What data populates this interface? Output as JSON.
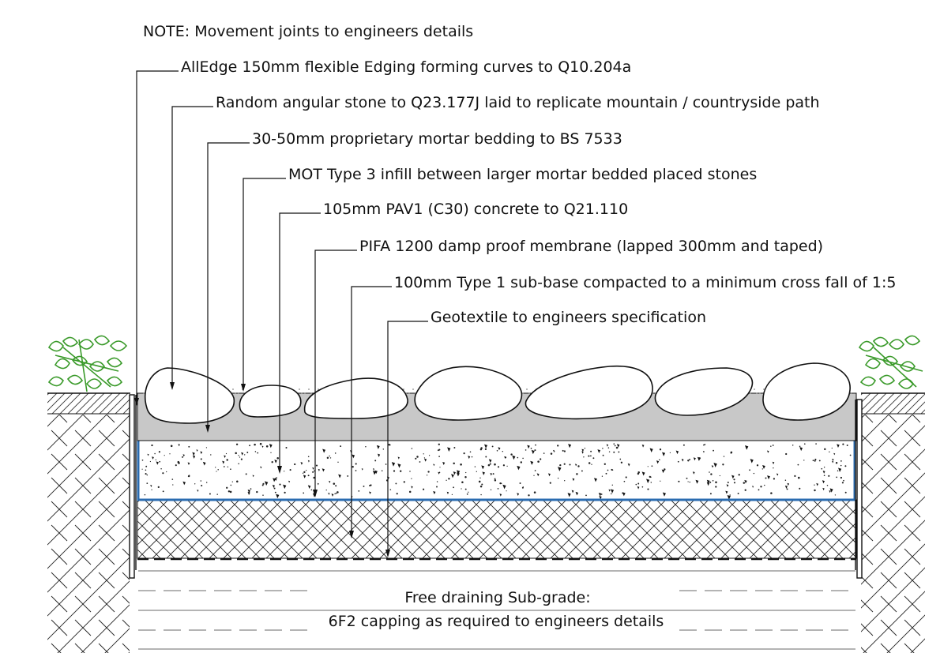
{
  "note": "NOTE: Movement joints to engineers details",
  "callouts": [
    "AllEdge 150mm flexible Edging forming curves to Q10.204a",
    "Random angular stone to Q23.177J laid to replicate mountain / countryside path",
    "30-50mm proprietary mortar bedding to BS 7533",
    "MOT Type 3 infill between larger mortar bedded placed stones",
    "105mm PAV1 (C30) concrete to Q21.110",
    "PIFA 1200 damp proof membrane (lapped 300mm and taped)",
    "100mm Type 1 sub-base compacted to a minimum cross fall of 1:5",
    "Geotextile to engineers specification"
  ],
  "subgrade": {
    "line1": "Free draining Sub-grade:",
    "line2": "6F2 capping as required to engineers details"
  },
  "colors": {
    "line": "#111111",
    "mortar_bed": "#c8c8c8",
    "membrane": "#2b6cb0",
    "planting": "#3a9a2a",
    "background": "#ffffff"
  }
}
